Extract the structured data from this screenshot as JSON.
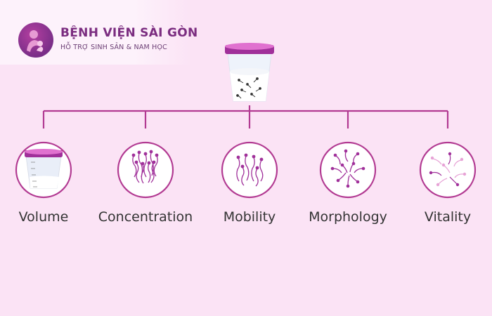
{
  "brand": {
    "title": "BỆNH VIỆN SÀI GÒN",
    "subtitle": "HỖ TRỢ SINH SẢN & NAM HỌC"
  },
  "icons": {
    "logo": "mother-child-logo-icon",
    "root": "specimen-cup-icon",
    "nodes": [
      "measuring-cup-icon",
      "sperm-cluster-icon",
      "swimming-sperm-icon",
      "sperm-shapes-icon",
      "live-dead-sperm-icon"
    ]
  },
  "diagram": {
    "nodes": [
      {
        "label": "Volume"
      },
      {
        "label": "Concentration"
      },
      {
        "label": "Mobility"
      },
      {
        "label": "Morphology"
      },
      {
        "label": "Vitality"
      }
    ]
  },
  "colors": {
    "background": "#fbe3f5",
    "accent": "#c0399b",
    "line": "#b23a92",
    "lid": "#d95fc4"
  }
}
